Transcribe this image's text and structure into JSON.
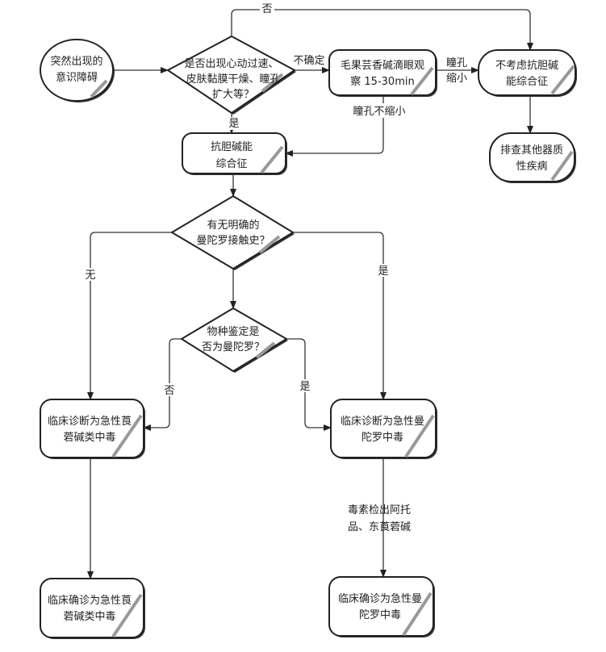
{
  "nodes": {
    "start": [
      "突然出现的",
      "意识障碍"
    ],
    "q_symptoms": [
      "是否出现心动过速、",
      "皮肤黏膜干燥、瞳孔",
      "扩大等？"
    ],
    "pilocarpine": [
      "毛果芸香碱滴眼观",
      "察 15-30min"
    ],
    "not_anticholinergic": [
      "不考虑抗胆碱",
      "能综合征"
    ],
    "other_organic": [
      "排查其他器质",
      "性疾病"
    ],
    "anticholinergic": [
      "抗胆碱能",
      "综合征"
    ],
    "q_datura_contact": [
      "有无明确的",
      "曼陀罗接触史？"
    ],
    "q_species": [
      "物种鉴定是",
      "否为曼陀罗？"
    ],
    "clinical_scopolamine": [
      "临床诊断为急性莨",
      "菪碱类中毒"
    ],
    "clinical_datura": [
      "临床诊断为急性曼",
      "陀罗中毒"
    ],
    "confirmed_scopolamine": [
      "临床确诊为急性莨",
      "菪碱类中毒"
    ],
    "confirmed_datura": [
      "临床确诊为急性曼",
      "陀罗中毒"
    ]
  },
  "edge_labels": {
    "no_top": "否",
    "uncertain": "不确定",
    "pupil_constrict": [
      "瞳孔",
      "缩小"
    ],
    "pupil_not_constrict": "瞳孔不缩小",
    "yes_1": "是",
    "none": "无",
    "yes_2": "是",
    "no_species": "否",
    "yes_species": "是",
    "toxin_detected": [
      "毒素检出阿托",
      "品、东莨菪碱"
    ]
  }
}
